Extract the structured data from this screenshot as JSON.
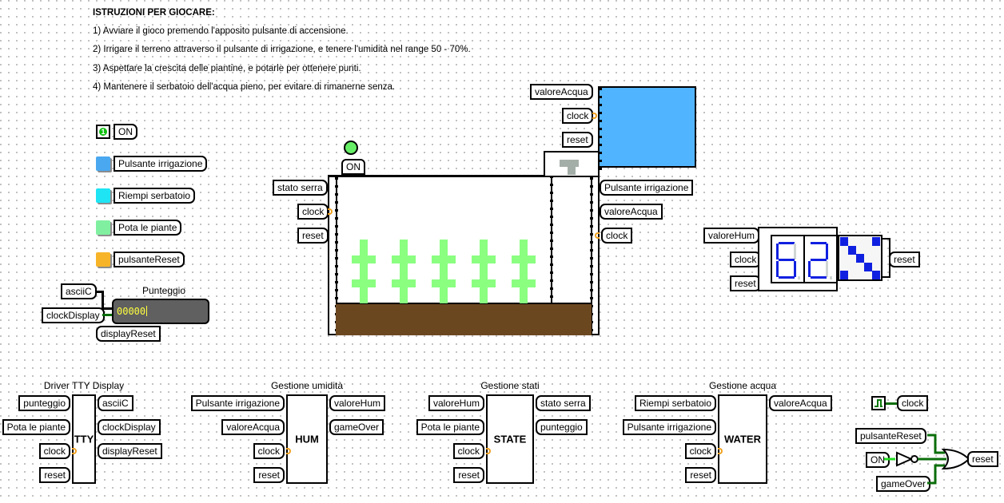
{
  "instructions": {
    "title": "ISTRUZIONI PER GIOCARE:",
    "lines": [
      "1) Avviare il gioco premendo l'apposito pulsante di accensione.",
      "2) Irrigare il terreno attraverso il pulsante di irrigazione, e tenere l'umidità nel range 50 - 70%.",
      "3) Aspettare la crescita delle piantine, e potarle per ottenere punti.",
      "4) Mantenere il serbatoio dell'acqua pieno, per evitare di rimanerne senza."
    ]
  },
  "inputs": {
    "on_pin_value": "1",
    "on_label": "ON",
    "buttons": [
      {
        "label": "Pulsante irrigazione",
        "color": "#4aa8f0"
      },
      {
        "label": "Riempi serbatoio",
        "color": "#1ee4f4"
      },
      {
        "label": "Pota le piante",
        "color": "#80f0a0"
      },
      {
        "label": "pulsanteReset",
        "color": "#f8b428"
      }
    ]
  },
  "tty": {
    "title": "Punteggio",
    "value": "00000",
    "tunnels": {
      "ascii": "asciiC",
      "clock": "clockDisplay",
      "reset": "displayReset"
    }
  },
  "greenhouse": {
    "led_label": "ON",
    "led_color": "#66ee66",
    "left_tunnels": [
      "stato serra",
      "clock",
      "reset"
    ],
    "right_tunnels": [
      "Pulsante irrigazione",
      "valoreAcqua",
      "clock"
    ],
    "plant_count": 5,
    "plant_color": "#8aff80",
    "soil_color": "#6b4720"
  },
  "tank": {
    "tunnels": [
      "valoreAcqua",
      "clock",
      "reset"
    ],
    "water_color": "#50b4ff",
    "valve_color": "#a4aea8"
  },
  "humidity_display": {
    "tunnels": [
      "valoreHum",
      "clock",
      "reset"
    ],
    "reading": "62",
    "reset_label": "reset",
    "digit_color": "#1020e0"
  },
  "modules": [
    {
      "title": "Driver TTY Display",
      "name": "TTY",
      "inputs": [
        "punteggio",
        "Pota le piante",
        "clock",
        "reset"
      ],
      "outputs": [
        "asciiC",
        "clockDisplay",
        "displayReset"
      ]
    },
    {
      "title": "Gestione umidità",
      "name": "HUM",
      "inputs": [
        "Pulsante irrigazione",
        "valoreAcqua",
        "clock",
        "reset"
      ],
      "outputs": [
        "valoreHum",
        "gameOver"
      ]
    },
    {
      "title": "Gestione stati",
      "name": "STATE",
      "inputs": [
        "valoreHum",
        "Pota le piante",
        "clock",
        "reset"
      ],
      "outputs": [
        "stato serra",
        "punteggio"
      ]
    },
    {
      "title": "Gestione acqua",
      "name": "WATER",
      "inputs": [
        "Riempi serbatoio",
        "Pulsante irrigazione",
        "clock",
        "reset"
      ],
      "outputs": [
        "valoreAcqua"
      ]
    }
  ],
  "reset_logic": {
    "clock_label": "clock",
    "inputs": [
      "pulsanteReset",
      "ON",
      "gameOver"
    ],
    "output": "reset"
  }
}
